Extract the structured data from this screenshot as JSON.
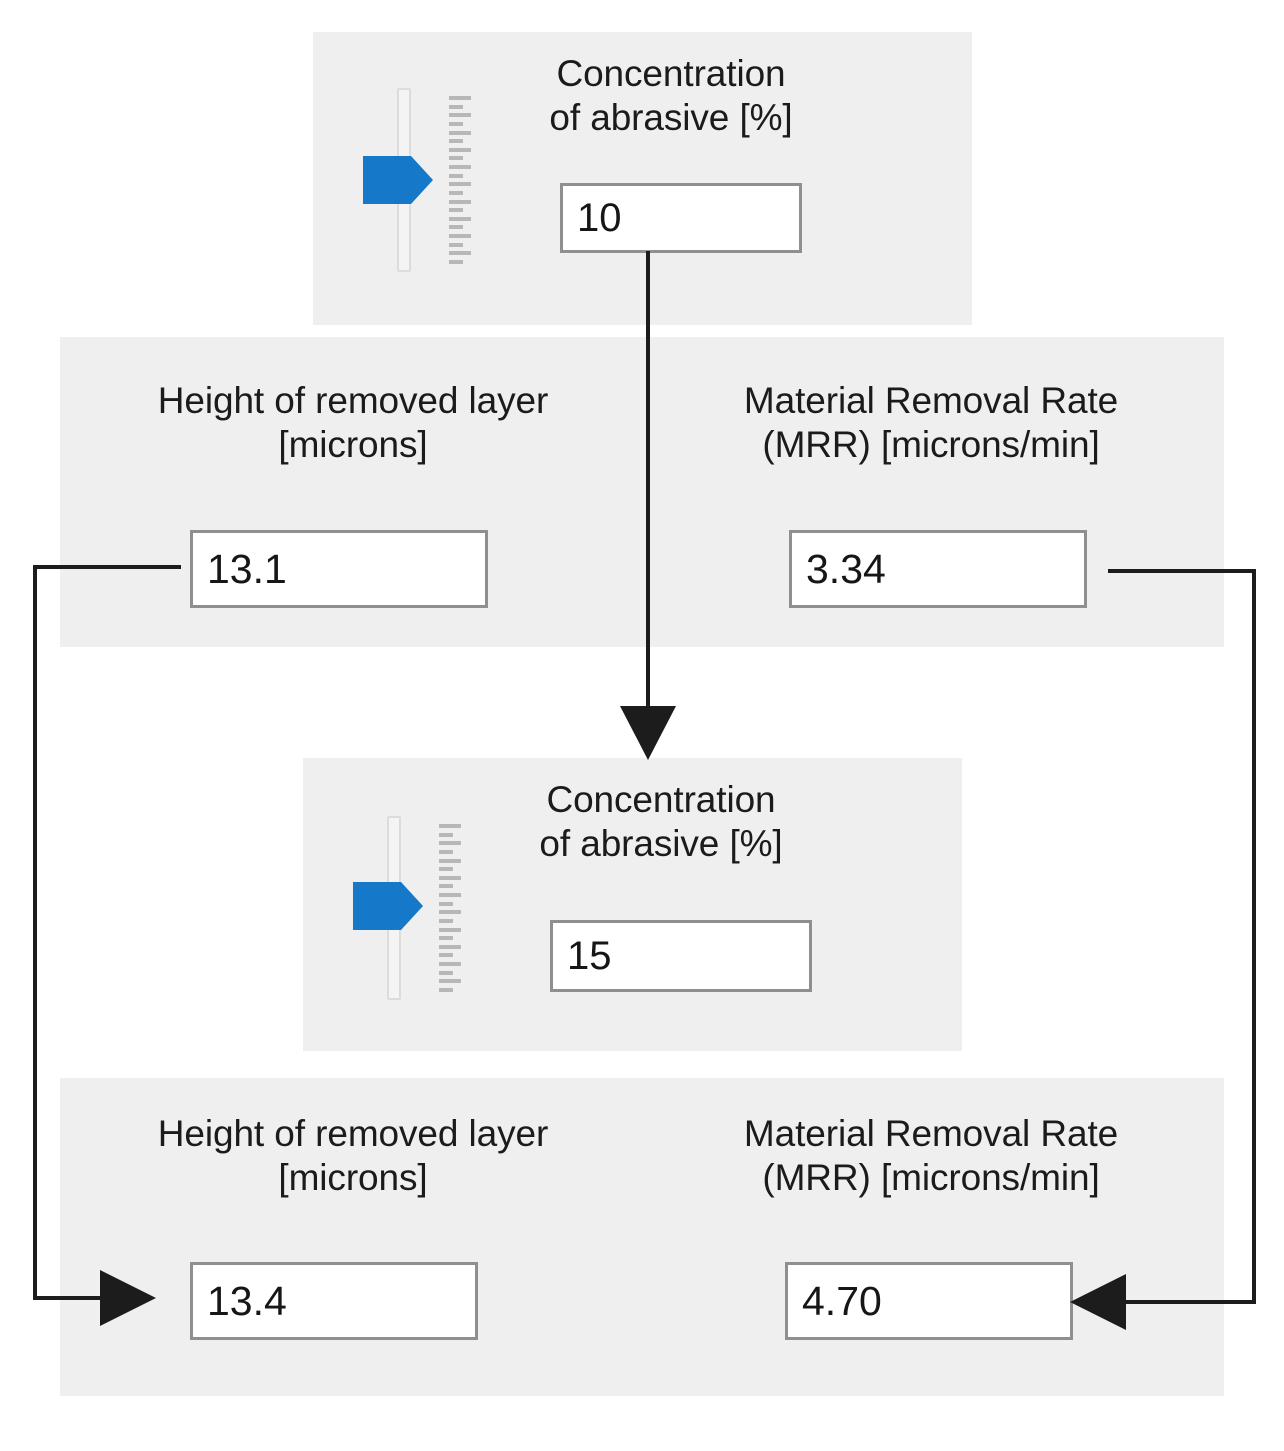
{
  "colors": {
    "panel_bg": "#efefef",
    "page_bg": "#ffffff",
    "slider_accent": "#1578c8",
    "field_border": "#8f8f8f",
    "connector": "#1c1c1c",
    "text": "#1b1b1b",
    "tick": "#b7b7b7"
  },
  "panels": {
    "input_top": {
      "name": "Concentration of abrasive input (top)",
      "label": "Concentration\nof abrasive [%]",
      "value": "10",
      "slider": {
        "orientation": "vertical",
        "tick_count": 20,
        "thumb_icon": "right-arrow-thumb"
      }
    },
    "results_top": {
      "left": {
        "label": "Height of removed layer\n[microns]",
        "value": "13.1",
        "unit": "microns"
      },
      "right": {
        "label": "Material Removal Rate\n(MRR) [microns/min]",
        "value": "3.34",
        "unit": "microns/min"
      }
    },
    "input_bottom": {
      "name": "Concentration of abrasive input (bottom)",
      "label": "Concentration\nof abrasive [%]",
      "value": "15",
      "slider": {
        "orientation": "vertical",
        "tick_count": 20,
        "thumb_icon": "right-arrow-thumb"
      }
    },
    "results_bottom": {
      "left": {
        "label": "Height of removed layer\n[microns]",
        "value": "13.4",
        "unit": "microns"
      },
      "right": {
        "label": "Material Removal Rate\n(MRR) [microns/min]",
        "value": "4.70",
        "unit": "microns/min"
      }
    }
  },
  "connectors": [
    {
      "id": "concentration-flow",
      "from": "input_top.value",
      "to": "input_bottom",
      "direction": "down",
      "arrow": "down-arrowhead"
    },
    {
      "id": "height-comparison-flow",
      "from": "results_top.left.value",
      "to": "results_bottom.left.value",
      "direction": "left-down-right",
      "arrow": "right-arrowhead"
    },
    {
      "id": "mrr-comparison-flow",
      "from": "results_top.right.value",
      "to": "results_bottom.right.value",
      "direction": "right-down-left",
      "arrow": "left-arrowhead"
    }
  ]
}
